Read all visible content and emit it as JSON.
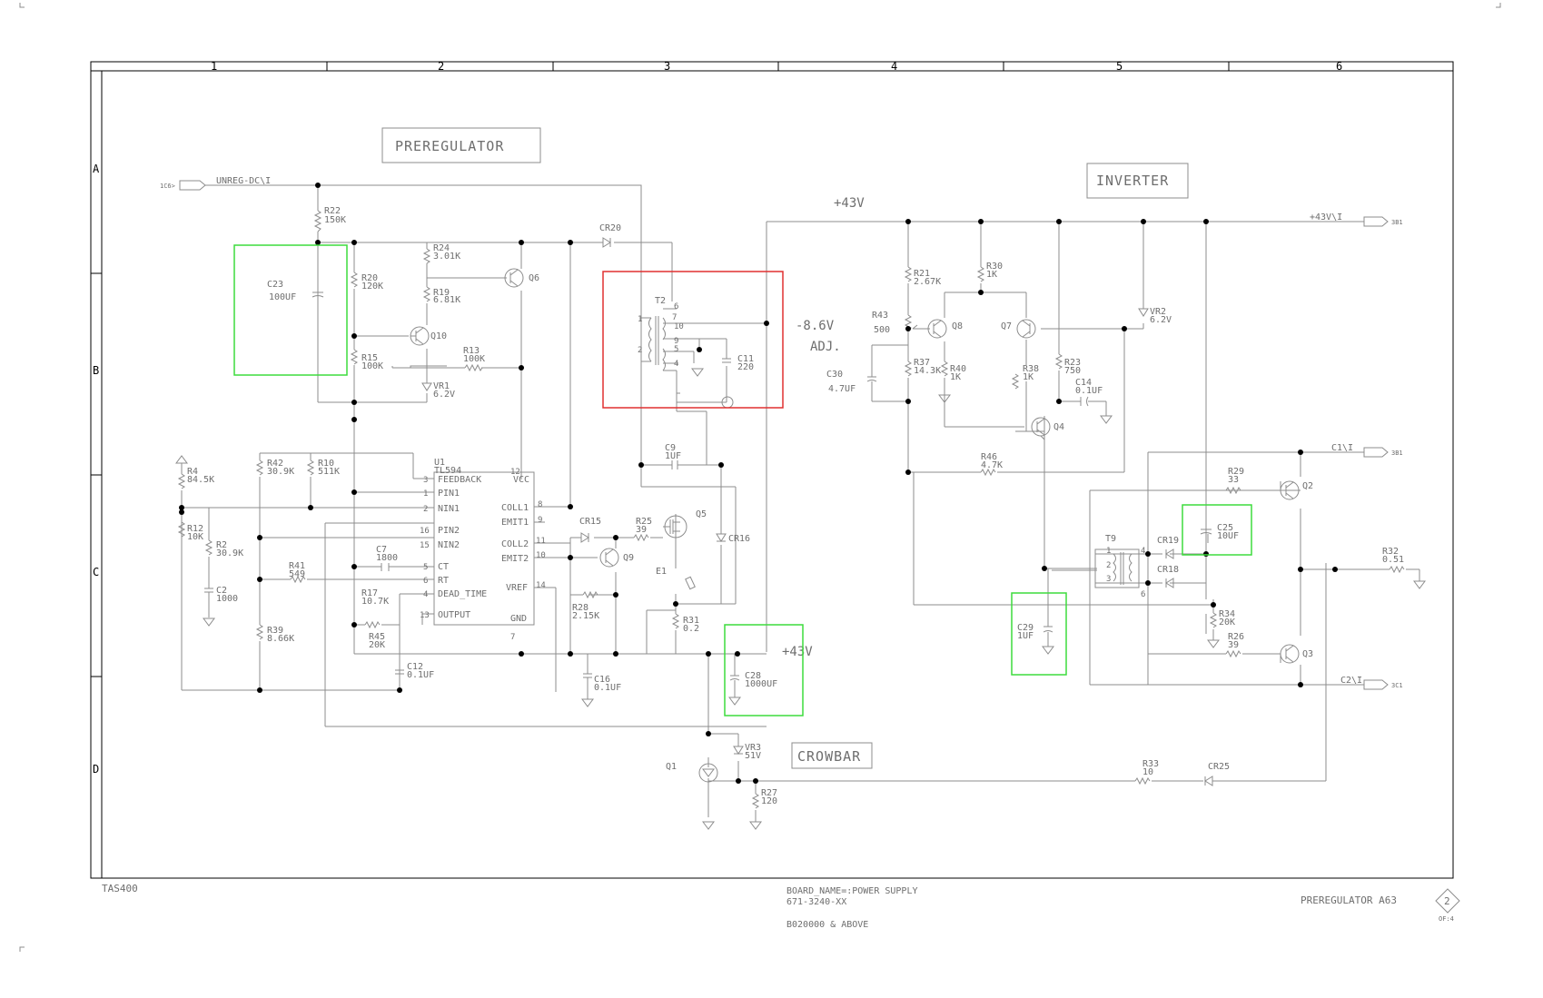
{
  "grid": {
    "columns": [
      "1",
      "2",
      "3",
      "4",
      "5",
      "6"
    ],
    "rows": [
      "A",
      "B",
      "C",
      "D"
    ]
  },
  "blocks": {
    "preregulator": "PREREGULATOR",
    "inverter": "INVERTER",
    "crowbar": "CROWBAR"
  },
  "ports": {
    "unreg_ref": "1C6>",
    "unreg_name": "UNREG-DC\\I",
    "plus43_name": "+43V\\I",
    "plus43_ref": "3B1",
    "c1_name": "C1\\I",
    "c1_ref": "3B1",
    "c2_name": "C2\\I",
    "c2_ref": "3C1"
  },
  "rails": {
    "v43_top": "+43V",
    "v43_mid": "+43V",
    "neg": "-8.6V",
    "adj": "ADJ."
  },
  "components": {
    "r22": "R22",
    "r22v": "150K",
    "c23": "C23",
    "c23v": "100UF",
    "r20": "R20",
    "r20v": "120K",
    "r24": "R24",
    "r24v": "3.01K",
    "r19": "R19",
    "r19v": "6.81K",
    "q6": "Q6",
    "q10": "Q10",
    "r15": "R15",
    "r15v": "100K",
    "r13": "R13",
    "r13v": "100K",
    "vr1": "VR1",
    "vr1v": "6.2V",
    "cr20": "CR20",
    "t2": "T2",
    "c11": "C11",
    "c11v": "220",
    "c9": "C9",
    "c9v": "1UF",
    "u1": "U1",
    "u1v": "TL594",
    "r4": "R4",
    "r4v": "84.5K",
    "r42": "R42",
    "r42v": "30.9K",
    "r10": "R10",
    "r10v": "511K",
    "r12": "R12",
    "r12v": "10K",
    "r2": "R2",
    "r2v": "30.9K",
    "c2": "C2",
    "c2v": "1000",
    "c7": "C7",
    "c7v": "1800",
    "r41": "R41",
    "r41v": "549",
    "r17": "R17",
    "r17v": "10.7K",
    "r45": "R45",
    "r45v": "20K",
    "r39": "R39",
    "r39v": "8.66K",
    "c12": "C12",
    "c12v": "0.1UF",
    "cr15": "CR15",
    "r25": "R25",
    "r25v": "39",
    "q5": "Q5",
    "q9": "Q9",
    "cr16": "CR16",
    "e1": "E1",
    "r28": "R28",
    "r28v": "2.15K",
    "r31": "R31",
    "r31v": "0.2",
    "c16": "C16",
    "c16v": "0.1UF",
    "c28": "C28",
    "c28v": "1000UF",
    "vr3": "VR3",
    "vr3v": "51V",
    "q1": "Q1",
    "r27": "R27",
    "r27v": "120",
    "r21": "R21",
    "r21v": "2.67K",
    "r30": "R30",
    "r30v": "1K",
    "r43": "R43",
    "r43v": "500",
    "q8": "Q8",
    "q7": "Q7",
    "c30": "C30",
    "c30v": "4.7UF",
    "r37": "R37",
    "r37v": "14.3K",
    "r40": "R40",
    "r40v": "1K",
    "r38": "R38",
    "r38v": "1K",
    "r23": "R23",
    "r23v": "750",
    "c14": "C14",
    "c14v": "0.1UF",
    "q4": "Q4",
    "vr2": "VR2",
    "vr2v": "6.2V",
    "r46": "R46",
    "r46v": "4.7K",
    "r29": "R29",
    "r29v": "33",
    "q2": "Q2",
    "c25": "C25",
    "c25v": "10UF",
    "t9": "T9",
    "cr19": "CR19",
    "cr18": "CR18",
    "c29": "C29",
    "c29v": "1UF",
    "r34": "R34",
    "r34v": "20K",
    "r26": "R26",
    "r26v": "39",
    "q3": "Q3",
    "r32": "R32",
    "r32v": "0.51",
    "r33": "R33",
    "r33v": "10",
    "cr25": "CR25"
  },
  "u1_pins": {
    "feedback": "FEEDBACK",
    "pin1": "PIN1",
    "nin1": "NIN1",
    "pin2": "PIN2",
    "nin2": "NIN2",
    "ct": "CT",
    "rt": "RT",
    "dead": "DEAD_TIME",
    "output": "OUTPUT",
    "vcc": "VCC",
    "coll1": "COLL1",
    "emit1": "EMIT1",
    "coll2": "COLL2",
    "emit2": "EMIT2",
    "vref": "VREF",
    "gnd": "GND"
  },
  "footer": {
    "model": "TAS400",
    "board": "BOARD_NAME=:POWER SUPPLY",
    "part": "671-3240-XX",
    "serial": "B020000 & ABOVE",
    "title": "PREREGULATOR A63",
    "sheet": "2",
    "of": "OF:4"
  },
  "highlight_colors": {
    "red": "#e03030",
    "green": "#3ddc3d"
  }
}
